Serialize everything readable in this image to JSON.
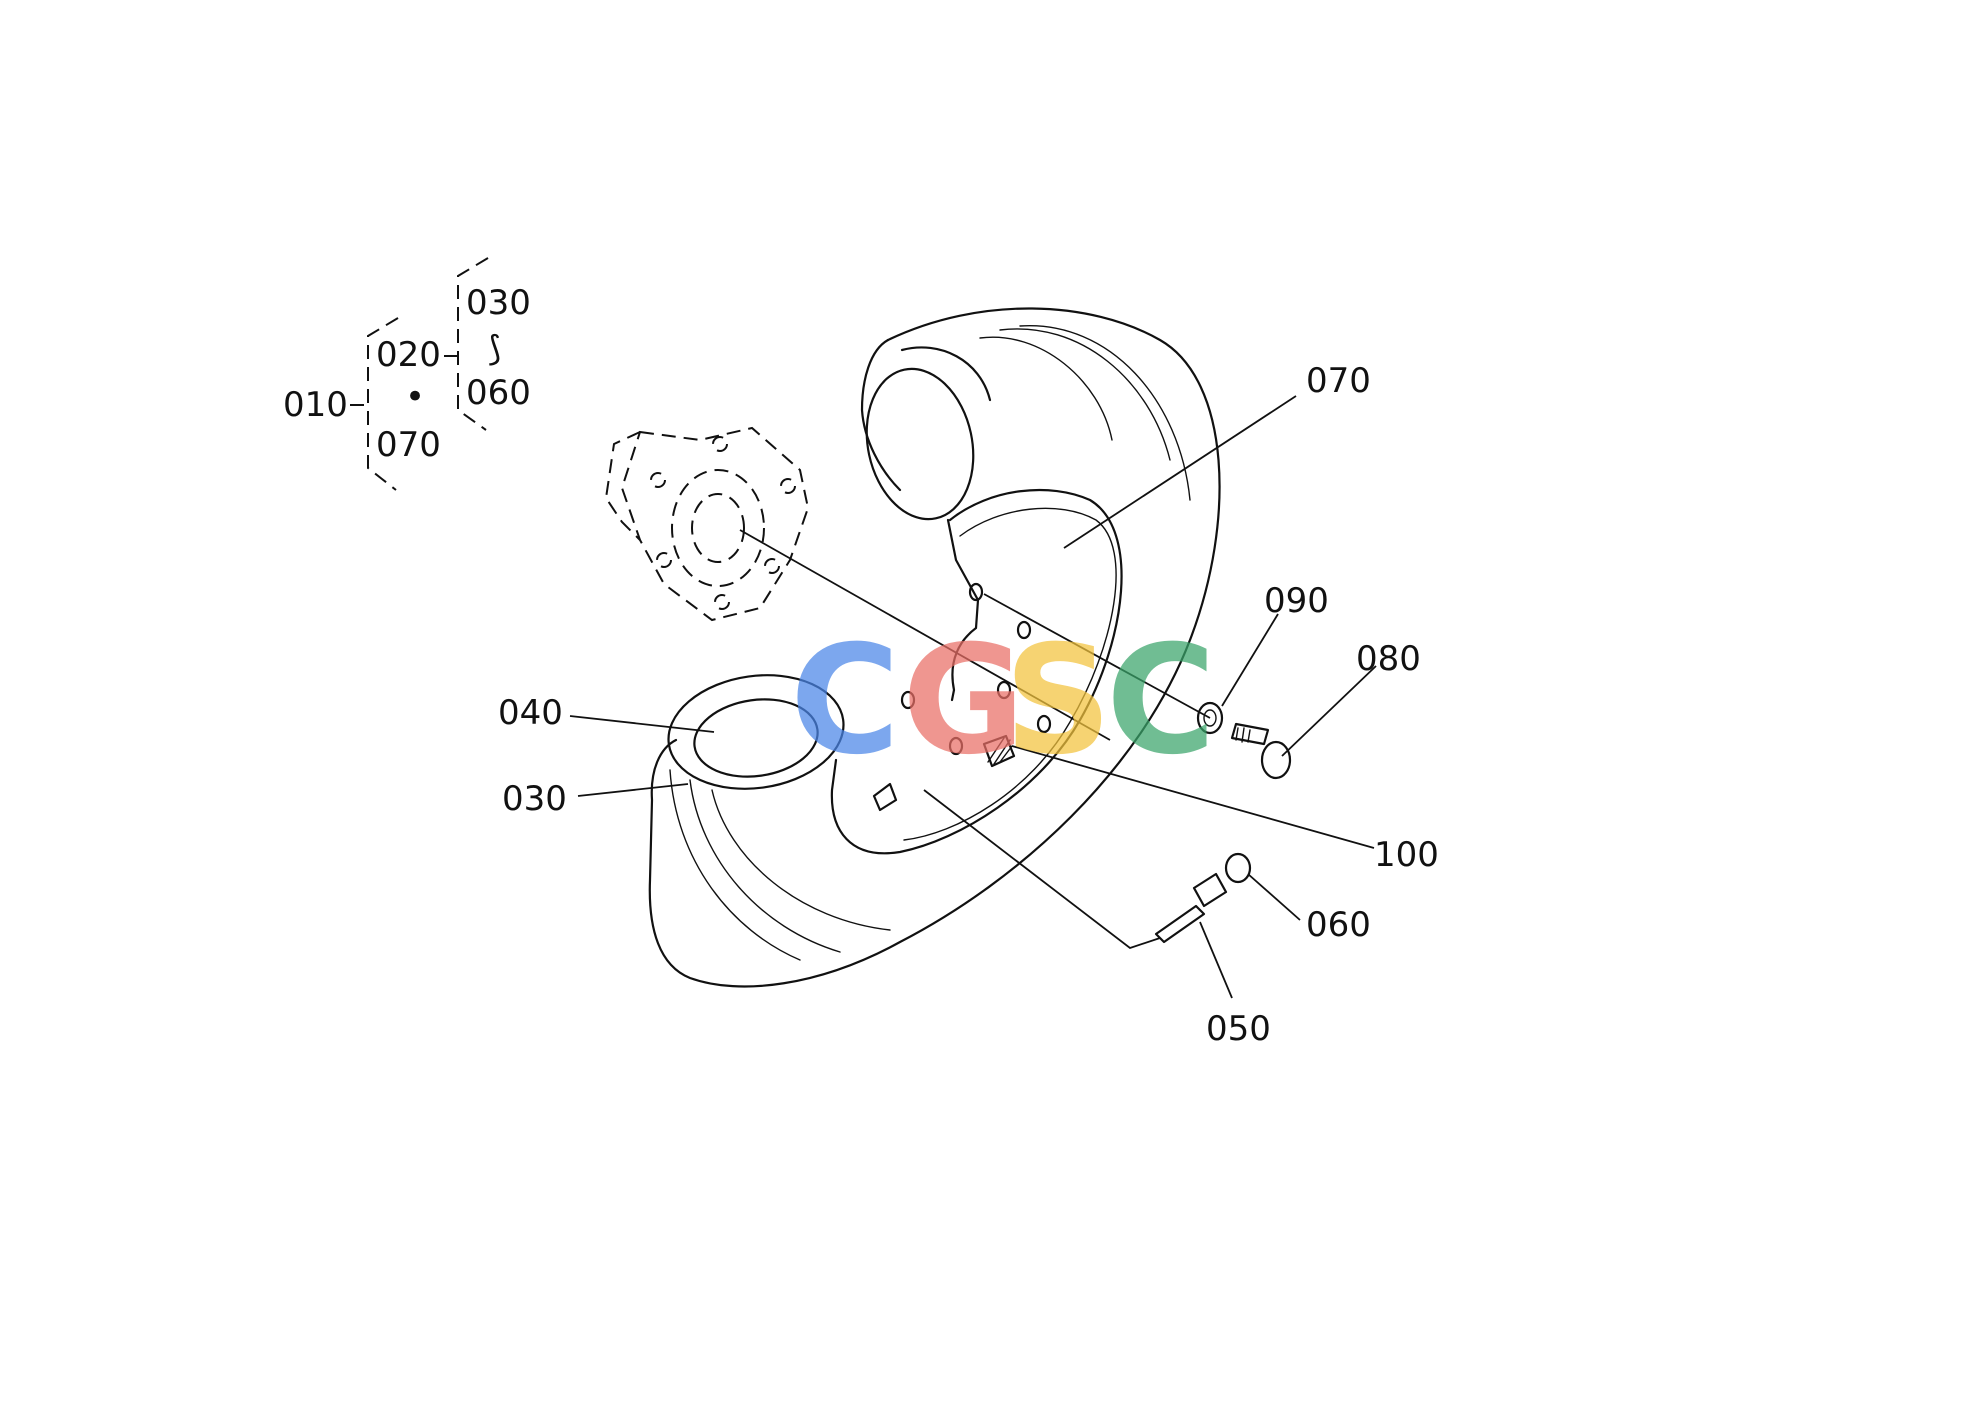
{
  "tree": {
    "root": "010",
    "child": "020",
    "range_start": "030",
    "range_sep": "⟆",
    "range_end": "060",
    "dot": "•",
    "other": "070"
  },
  "callouts": {
    "c070": "070",
    "c090": "090",
    "c080": "080",
    "c040": "040",
    "c030": "030",
    "c100": "100",
    "c060": "060",
    "c050": "050"
  },
  "watermark": {
    "letters": [
      "C",
      "G",
      "S",
      "C"
    ],
    "colors": [
      "#4a86e8",
      "#ea6f66",
      "#f3c33c",
      "#3aa56a"
    ]
  }
}
